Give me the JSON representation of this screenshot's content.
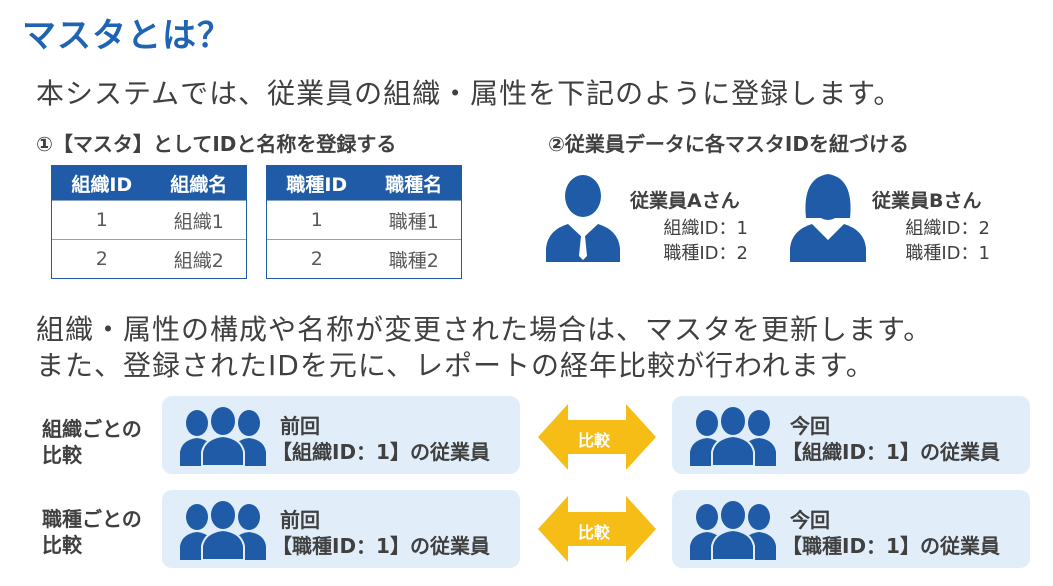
{
  "title": "マスタとは？",
  "intro": "本システムでは、従業員の組織・属性を下記のように登録します。",
  "step1": "①【マスタ】としてIDと名称を登録する",
  "step2": "②従業員データに各マスタIDを紐づける",
  "org_table": {
    "headers": [
      "組織ID",
      "組織名"
    ],
    "rows": [
      [
        "1",
        "組織1"
      ],
      [
        "2",
        "組織2"
      ]
    ]
  },
  "job_table": {
    "headers": [
      "職種ID",
      "職種名"
    ],
    "rows": [
      [
        "1",
        "職種1"
      ],
      [
        "2",
        "職種2"
      ]
    ]
  },
  "employees": [
    {
      "name": "従業員Aさん",
      "org": "組織ID：1",
      "job": "職種ID：2",
      "icon": "male-employee-icon"
    },
    {
      "name": "従業員Bさん",
      "org": "組織ID：2",
      "job": "職種ID：1",
      "icon": "female-employee-icon"
    }
  ],
  "body_line1": "組織・属性の構成や名称が変更された場合は、マスタを更新します。",
  "body_line2": "また、登録されたIDを元に、レポートの経年比較が行われます。",
  "comparisons": [
    {
      "label_line1": "組織ごとの",
      "label_line2": "比較",
      "left_title": "前回",
      "left_sub": "【組織ID：1】の従業員",
      "arrow_label": "比較",
      "right_title": "今回",
      "right_sub": "【組織ID：1】の従業員"
    },
    {
      "label_line1": "職種ごとの",
      "label_line2": "比較",
      "left_title": "前回",
      "left_sub": "【職種ID：1】の従業員",
      "arrow_label": "比較",
      "right_title": "今回",
      "right_sub": "【職種ID：1】の従業員"
    }
  ],
  "colors": {
    "accent": "#1f5ba6",
    "title": "#1f64b4",
    "panel": "#e1eefa",
    "arrow": "#f6bd16"
  }
}
